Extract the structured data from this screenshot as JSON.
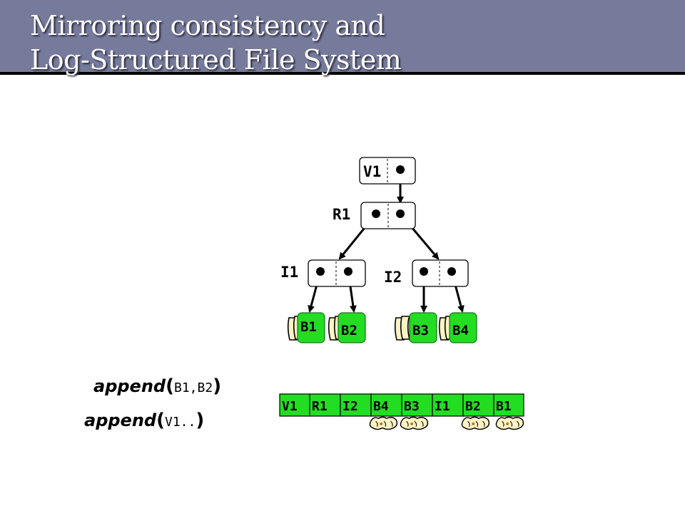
{
  "slide": {
    "title_line1": "Mirroring consistency and",
    "title_line2": "Log-Structured File System",
    "colors": {
      "header": "#777b9b",
      "block_fill": "#22dd22",
      "block_stroke": "#1a6e1a",
      "rule": "#000000"
    }
  },
  "tree": {
    "nodes": [
      {
        "id": "V1",
        "label": "V1"
      },
      {
        "id": "R1",
        "label": "R1"
      },
      {
        "id": "I1",
        "label": "I1"
      },
      {
        "id": "I2",
        "label": "I2"
      }
    ],
    "blocks": [
      {
        "id": "B1",
        "label": "B1"
      },
      {
        "id": "B2",
        "label": "B2"
      },
      {
        "id": "B3",
        "label": "B3"
      },
      {
        "id": "B4",
        "label": "B4"
      }
    ],
    "edges": [
      {
        "from": "V1",
        "to": "R1"
      },
      {
        "from": "R1",
        "to": "I1"
      },
      {
        "from": "R1",
        "to": "I2"
      },
      {
        "from": "I1",
        "to": "B1"
      },
      {
        "from": "I1",
        "to": "B2"
      },
      {
        "from": "I2",
        "to": "B3"
      },
      {
        "from": "I2",
        "to": "B4"
      }
    ]
  },
  "log": {
    "cells": [
      "V1",
      "R1",
      "I2",
      "B4",
      "B3",
      "I1",
      "B2",
      "B1"
    ]
  },
  "appends": [
    {
      "func": "append",
      "open": "(",
      "args": "B1,B2",
      "close": ")"
    },
    {
      "func": "append",
      "open": "(",
      "args": "V1..",
      "close": ")"
    }
  ],
  "icons": [
    "document-pile-icon"
  ]
}
